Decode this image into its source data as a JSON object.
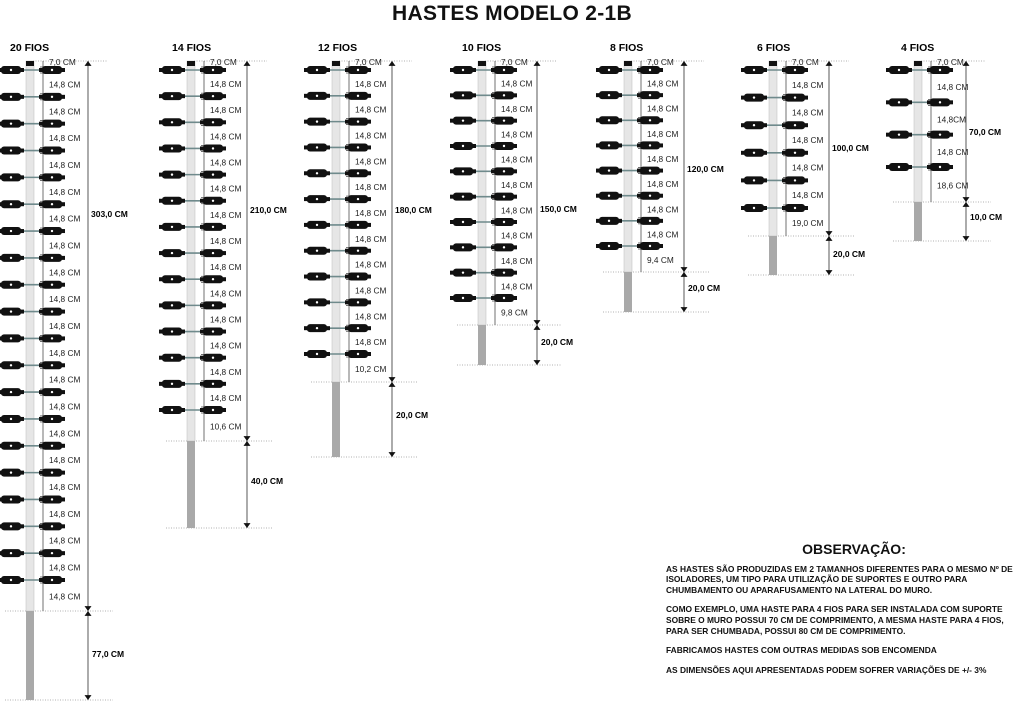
{
  "title": "HASTES MODELO 2-1B",
  "posts": [
    {
      "title": "20 FIOS",
      "total_label": "303,0 CM",
      "base_label": "77,0 CM",
      "insulators": 20,
      "segment_labels": [
        "7,0 CM",
        "14,8 CM",
        "14,8 CM",
        "14,8 CM",
        "14,8 CM",
        "14,8 CM",
        "14,8 CM",
        "14,8 CM",
        "14,8 CM",
        "14,8 CM",
        "14,8 CM",
        "14,8 CM",
        "14,8 CM",
        "14,8 CM",
        "14,8 CM",
        "14,8 CM",
        "14,8 CM",
        "14,8 CM",
        "14,8 CM",
        "14,8 CM",
        "14,8 CM"
      ]
    },
    {
      "title": "14 FIOS",
      "total_label": "210,0 CM",
      "base_label": "40,0 CM",
      "insulators": 14,
      "segment_labels": [
        "7,0 CM",
        "14,8 CM",
        "14,8 CM",
        "14,8 CM",
        "14,8 CM",
        "14,8 CM",
        "14,8 CM",
        "14,8 CM",
        "14,8 CM",
        "14,8 CM",
        "14,8 CM",
        "14,8 CM",
        "14,8 CM",
        "14,8 CM",
        "10,6 CM"
      ]
    },
    {
      "title": "12 FIOS",
      "total_label": "180,0 CM",
      "base_label": "20,0 CM",
      "insulators": 12,
      "segment_labels": [
        "7,0 CM",
        "14,8 CM",
        "14,8 CM",
        "14,8 CM",
        "14,8 CM",
        "14,8 CM",
        "14,8 CM",
        "14,8 CM",
        "14,8 CM",
        "14,8 CM",
        "14,8 CM",
        "14,8 CM",
        "10,2 CM"
      ]
    },
    {
      "title": "10 FIOS",
      "total_label": "150,0 CM",
      "base_label": "20,0 CM",
      "insulators": 10,
      "segment_labels": [
        "7,0 CM",
        "14,8 CM",
        "14,8 CM",
        "14,8 CM",
        "14,8 CM",
        "14,8 CM",
        "14,8 CM",
        "14,8 CM",
        "14,8 CM",
        "14,8 CM",
        "9,8 CM"
      ]
    },
    {
      "title": "8 FIOS",
      "total_label": "120,0 CM",
      "base_label": "20,0 CM",
      "insulators": 8,
      "segment_labels": [
        "7,0 CM",
        "14,8 CM",
        "14,8 CM",
        "14,8 CM",
        "14,8 CM",
        "14,8 CM",
        "14,8 CM",
        "14,8 CM",
        "9,4 CM"
      ]
    },
    {
      "title": "6 FIOS",
      "total_label": "100,0 CM",
      "base_label": "20,0 CM",
      "insulators": 6,
      "segment_labels": [
        "7,0 CM",
        "14,8 CM",
        "14,8 CM",
        "14,8 CM",
        "14,8 CM",
        "14,8 CM",
        "19,0 CM"
      ]
    },
    {
      "title": "4 FIOS",
      "total_label": "70,0 CM",
      "base_label": "10,0 CM",
      "insulators": 4,
      "segment_labels": [
        "7,0 CM",
        "14,8 CM",
        "14,8CM",
        "14,8 CM",
        "18,6 CM"
      ]
    }
  ],
  "observation": {
    "heading": "OBSERVAÇÃO:",
    "paragraphs": [
      "AS HASTES SÃO PRODUZIDAS EM 2 TAMANHOS DIFERENTES PARA O MESMO Nº DE ISOLADORES, UM TIPO PARA UTILIZAÇÃO DE SUPORTES E OUTRO PARA CHUMBAMENTO OU APARAFUSAMENTO NA LATERAL DO MURO.",
      "COMO EXEMPLO, UMA HASTE PARA 4 FIOS PARA SER INSTALADA COM SUPORTE SOBRE O MURO POSSUI 70 CM DE COMPRIMENTO, A MESMA HASTE PARA 4 FIOS, PARA SER CHUMBADA, POSSUI 80 CM DE COMPRIMENTO.",
      "FABRICAMOS HASTES COM OUTRAS MEDIDAS SOB ENCOMENDA",
      "AS DIMENSÕES AQUI APRESENTADAS PODEM SOFRER VARIAÇÕES DE +/- 3%"
    ]
  },
  "colors": {
    "pole": "#e6e6e6",
    "pole_base": "#a9a9a9",
    "insulator": "#111111",
    "wire": "#6f8a8c"
  }
}
